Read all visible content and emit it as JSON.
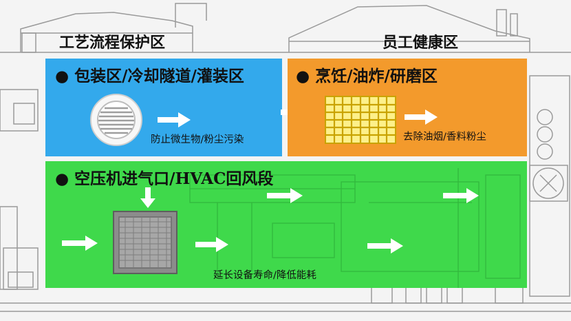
{
  "top_labels": {
    "left": "工艺流程保护区",
    "right": "员工健康区"
  },
  "zones": {
    "blue": {
      "title": "● 包装区/冷却隧道/灌装区",
      "caption": "防止微生物/粉尘污染",
      "color": "#33a9ec",
      "icon": "round-vent-filter"
    },
    "orange": {
      "title": "● 烹饪/油炸/研磨区",
      "caption": "去除油烟/香料粉尘",
      "color": "#f39a2c",
      "icon": "grid-grease-filter"
    },
    "green": {
      "title": "● 空压机进气口/HVAC回风段",
      "caption": "延长设备寿命/降低能耗",
      "color": "#3fd94b",
      "icon": "panel-air-filter"
    }
  }
}
